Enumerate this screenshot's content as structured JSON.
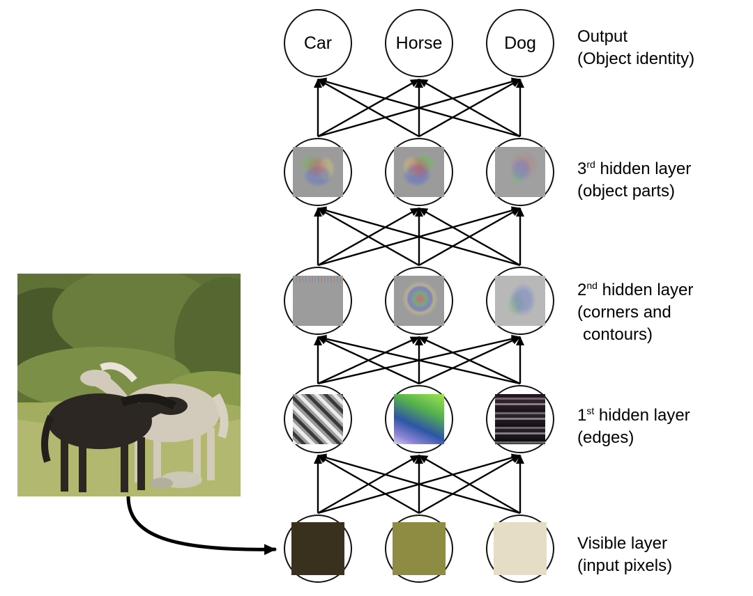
{
  "photo": {
    "name": "two-horses-in-field-photo"
  },
  "layers": [
    {
      "id": "output",
      "label": {
        "pre": "Output",
        "sup": "",
        "post": "",
        "sub_lines": [
          "(Object identity)",
          ""
        ]
      },
      "nodes": [
        {
          "kind": "text",
          "label": "Car"
        },
        {
          "kind": "text",
          "label": "Horse"
        },
        {
          "kind": "text",
          "label": "Dog"
        }
      ]
    },
    {
      "id": "hidden-3",
      "label": {
        "pre": "3",
        "sup": "rd",
        "post": " hidden layer",
        "sub_lines": [
          "(object parts)",
          ""
        ]
      },
      "nodes": [
        {
          "kind": "patch",
          "patch": "h3-a"
        },
        {
          "kind": "patch",
          "patch": "h3-b"
        },
        {
          "kind": "patch",
          "patch": "h3-c"
        }
      ]
    },
    {
      "id": "hidden-2",
      "label": {
        "pre": "2",
        "sup": "nd",
        "post": " hidden layer",
        "sub_lines": [
          "(corners and",
          "contours)"
        ]
      },
      "nodes": [
        {
          "kind": "patch",
          "patch": "h2-a"
        },
        {
          "kind": "patch",
          "patch": "h2-b"
        },
        {
          "kind": "patch",
          "patch": "h2-c"
        }
      ]
    },
    {
      "id": "hidden-1",
      "label": {
        "pre": "1",
        "sup": "st",
        "post": " hidden layer",
        "sub_lines": [
          "(edges)",
          ""
        ]
      },
      "nodes": [
        {
          "kind": "patch",
          "patch": "h1-a"
        },
        {
          "kind": "patch",
          "patch": "h1-b"
        },
        {
          "kind": "patch",
          "patch": "h1-c"
        }
      ]
    },
    {
      "id": "visible",
      "label": {
        "pre": "Visible layer",
        "sup": "",
        "post": "",
        "sub_lines": [
          "(input pixels)",
          ""
        ]
      },
      "nodes": [
        {
          "kind": "color",
          "color": "#39311e"
        },
        {
          "kind": "color",
          "color": "#8e8b43"
        },
        {
          "kind": "color",
          "color": "#e6ddc6"
        }
      ]
    }
  ]
}
